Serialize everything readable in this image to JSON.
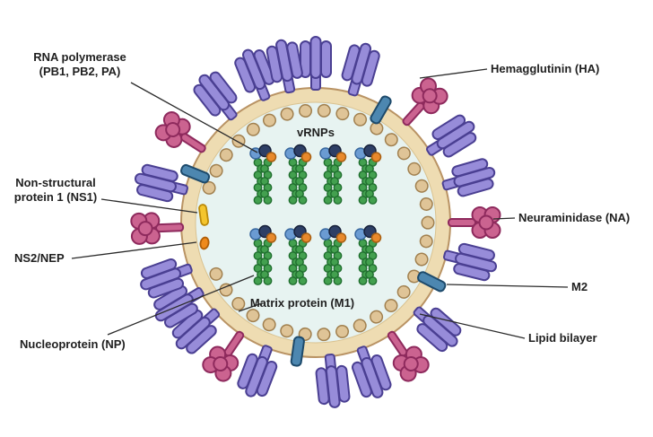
{
  "figure": {
    "labels": {
      "rna_polymerase": {
        "line1": "RNA polymerase",
        "line2": "(PB1, PB2, PA)"
      },
      "hemagglutinin": "Hemagglutinin (HA)",
      "vrnps": "vRNPs",
      "ns1": {
        "line1": "Non-structural",
        "line2": "protein 1 (NS1)"
      },
      "neuraminidase": "Neuraminidase (NA)",
      "ns2": "NS2/NEP",
      "m2": "M2",
      "matrix": "Matrix protein (M1)",
      "nucleoprotein": "Nucleoprotein (NP)",
      "lipid_bilayer": "Lipid bilayer"
    },
    "colors": {
      "ha_fill": "#978cd9",
      "ha_stroke": "#4a3f92",
      "na_fill": "#cb6390",
      "na_stroke": "#8e2a5d",
      "m2_fill": "#4d87b0",
      "m2_stroke": "#1d4a6b",
      "envelope_fill": "#eedcb2",
      "envelope_stroke": "#b99364",
      "interior_fill": "#e7f3f1",
      "interior_stroke": "#d9c290",
      "m1_dot_fill": "#dfc497",
      "m1_dot_stroke": "#a1804f",
      "np_fill": "#43a04f",
      "np_stroke": "#1f6e2e",
      "pb_blue": "#6b9bd2",
      "pb_blue_stroke": "#38679e",
      "pb_navy": "#2e3f66",
      "pb_navy_stroke": "#161f38",
      "pa_orange": "#e8892c",
      "pa_orange_stroke": "#a85f12",
      "ns1_fill": "#f4c52e",
      "ns1_stroke": "#bb8a0a",
      "ns2_fill": "#ef8a1d",
      "ns2_stroke": "#b05e08",
      "label_text": "#1f1f1f",
      "leader_line": "#2b2b2b"
    }
  }
}
